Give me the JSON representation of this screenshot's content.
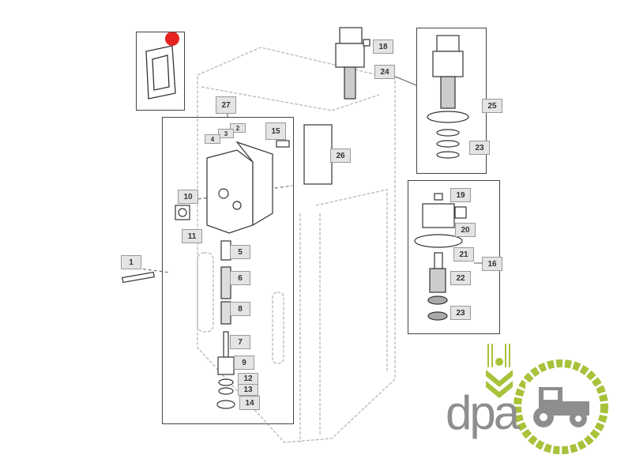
{
  "diagram": {
    "callouts": [
      "18",
      "24",
      "25",
      "23",
      "27",
      "2",
      "3",
      "4",
      "15",
      "26",
      "10",
      "11",
      "1",
      "5",
      "6",
      "8",
      "7",
      "9",
      "12",
      "13",
      "14",
      "19",
      "20",
      "21",
      "16",
      "22",
      "23"
    ]
  },
  "logo": {
    "text": "dpa",
    "colors": {
      "green": "#a8c23a",
      "gray": "#8e8e8e"
    }
  },
  "colors": {
    "marker": "#e52421",
    "line": "#444444",
    "housing": "#bbbbbb"
  }
}
